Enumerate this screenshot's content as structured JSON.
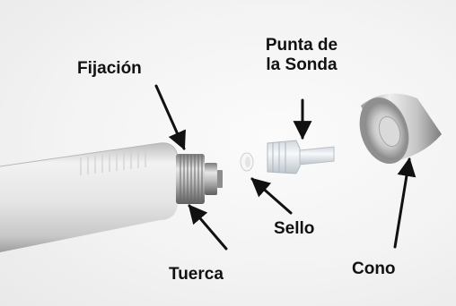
{
  "labels": {
    "fijacion": "Fijación",
    "punta_line1": "Punta de",
    "punta_line2": "la Sonda",
    "sello": "Sello",
    "tuerca": "Tuerca",
    "cono": "Cono"
  },
  "colors": {
    "handle_light": "#f2f2f2",
    "handle_mid": "#dcdcdc",
    "handle_dark": "#a9a9a9",
    "metal_light": "#e8e8e8",
    "metal_dark": "#6f6f6f",
    "text": "#111111"
  }
}
